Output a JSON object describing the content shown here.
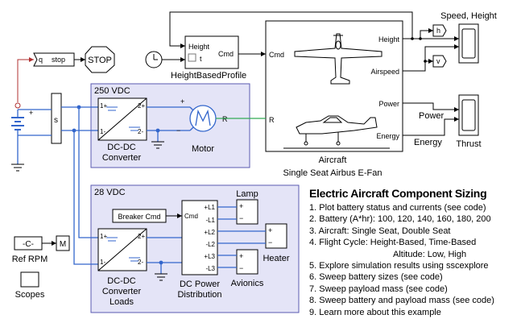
{
  "diagram": {
    "stop_signal": "q",
    "stop_label": "stop",
    "stop_block": "STOP",
    "height_profile": {
      "in_label": "Height",
      "t_label": "t",
      "out_label": "Cmd",
      "name": "HeightBasedProfile"
    },
    "aircraft": {
      "in_label": "Cmd",
      "mech_port": "R",
      "out_height": "Height",
      "out_airspeed": "Airspeed",
      "out_power": "Power",
      "out_energy": "Energy",
      "name": "Aircraft",
      "subtitle": "Single Seat Airbus E-Fan"
    },
    "goto_h": "h",
    "goto_v": "v",
    "scope_speed": "Speed, Height",
    "scope_thrust": "Thrust",
    "power_line_label": "Power",
    "energy_line_label": "Energy",
    "sensor_label": "s",
    "bus_250": "250 VDC",
    "dcdc_plus1": "1+",
    "dcdc_minus1": "1-",
    "dcdc_plus2": "2+",
    "dcdc_minus2": "2-",
    "dcdc_converter_name": "DC-DC\nConverter",
    "motor_name": "Motor",
    "motor_port": "R",
    "plus_sign": "+",
    "minus_sign": "−",
    "bus_28": "28 VDC",
    "breaker_cmd": "Breaker Cmd",
    "dist_cmd": "Cmd",
    "dist_ports": [
      "+L1",
      "-L1",
      "+L2",
      "-L2",
      "+L3",
      "-L3"
    ],
    "dist_name": "DC Power\nDistribution",
    "lamp": "Lamp",
    "heater": "Heater",
    "avionics": "Avionics",
    "dcdc_loads_name": "DC-DC\nConverter\nLoads",
    "ref_const": "-C-",
    "ref_block": "M",
    "ref_name": "Ref RPM",
    "scopes_name": "Scopes"
  },
  "notes": {
    "title": "Electric Aircraft Component Sizing",
    "items": [
      "1. Plot battery status and currents (see code)",
      "2. Battery (A*hr): 100, 120, 140, 160, 180, 200",
      "3. Aircraft: Single Seat, Double Seat",
      "4. Flight Cycle: Height-Based, Time-Based",
      "Altitude: Low, High",
      "5. Explore simulation results using sscexplore",
      "6. Sweep battery sizes (see code)",
      "7. Sweep payload mass (see code)",
      "8. Sweep battery and payload mass (see code)",
      "9. Learn more about this example"
    ]
  }
}
